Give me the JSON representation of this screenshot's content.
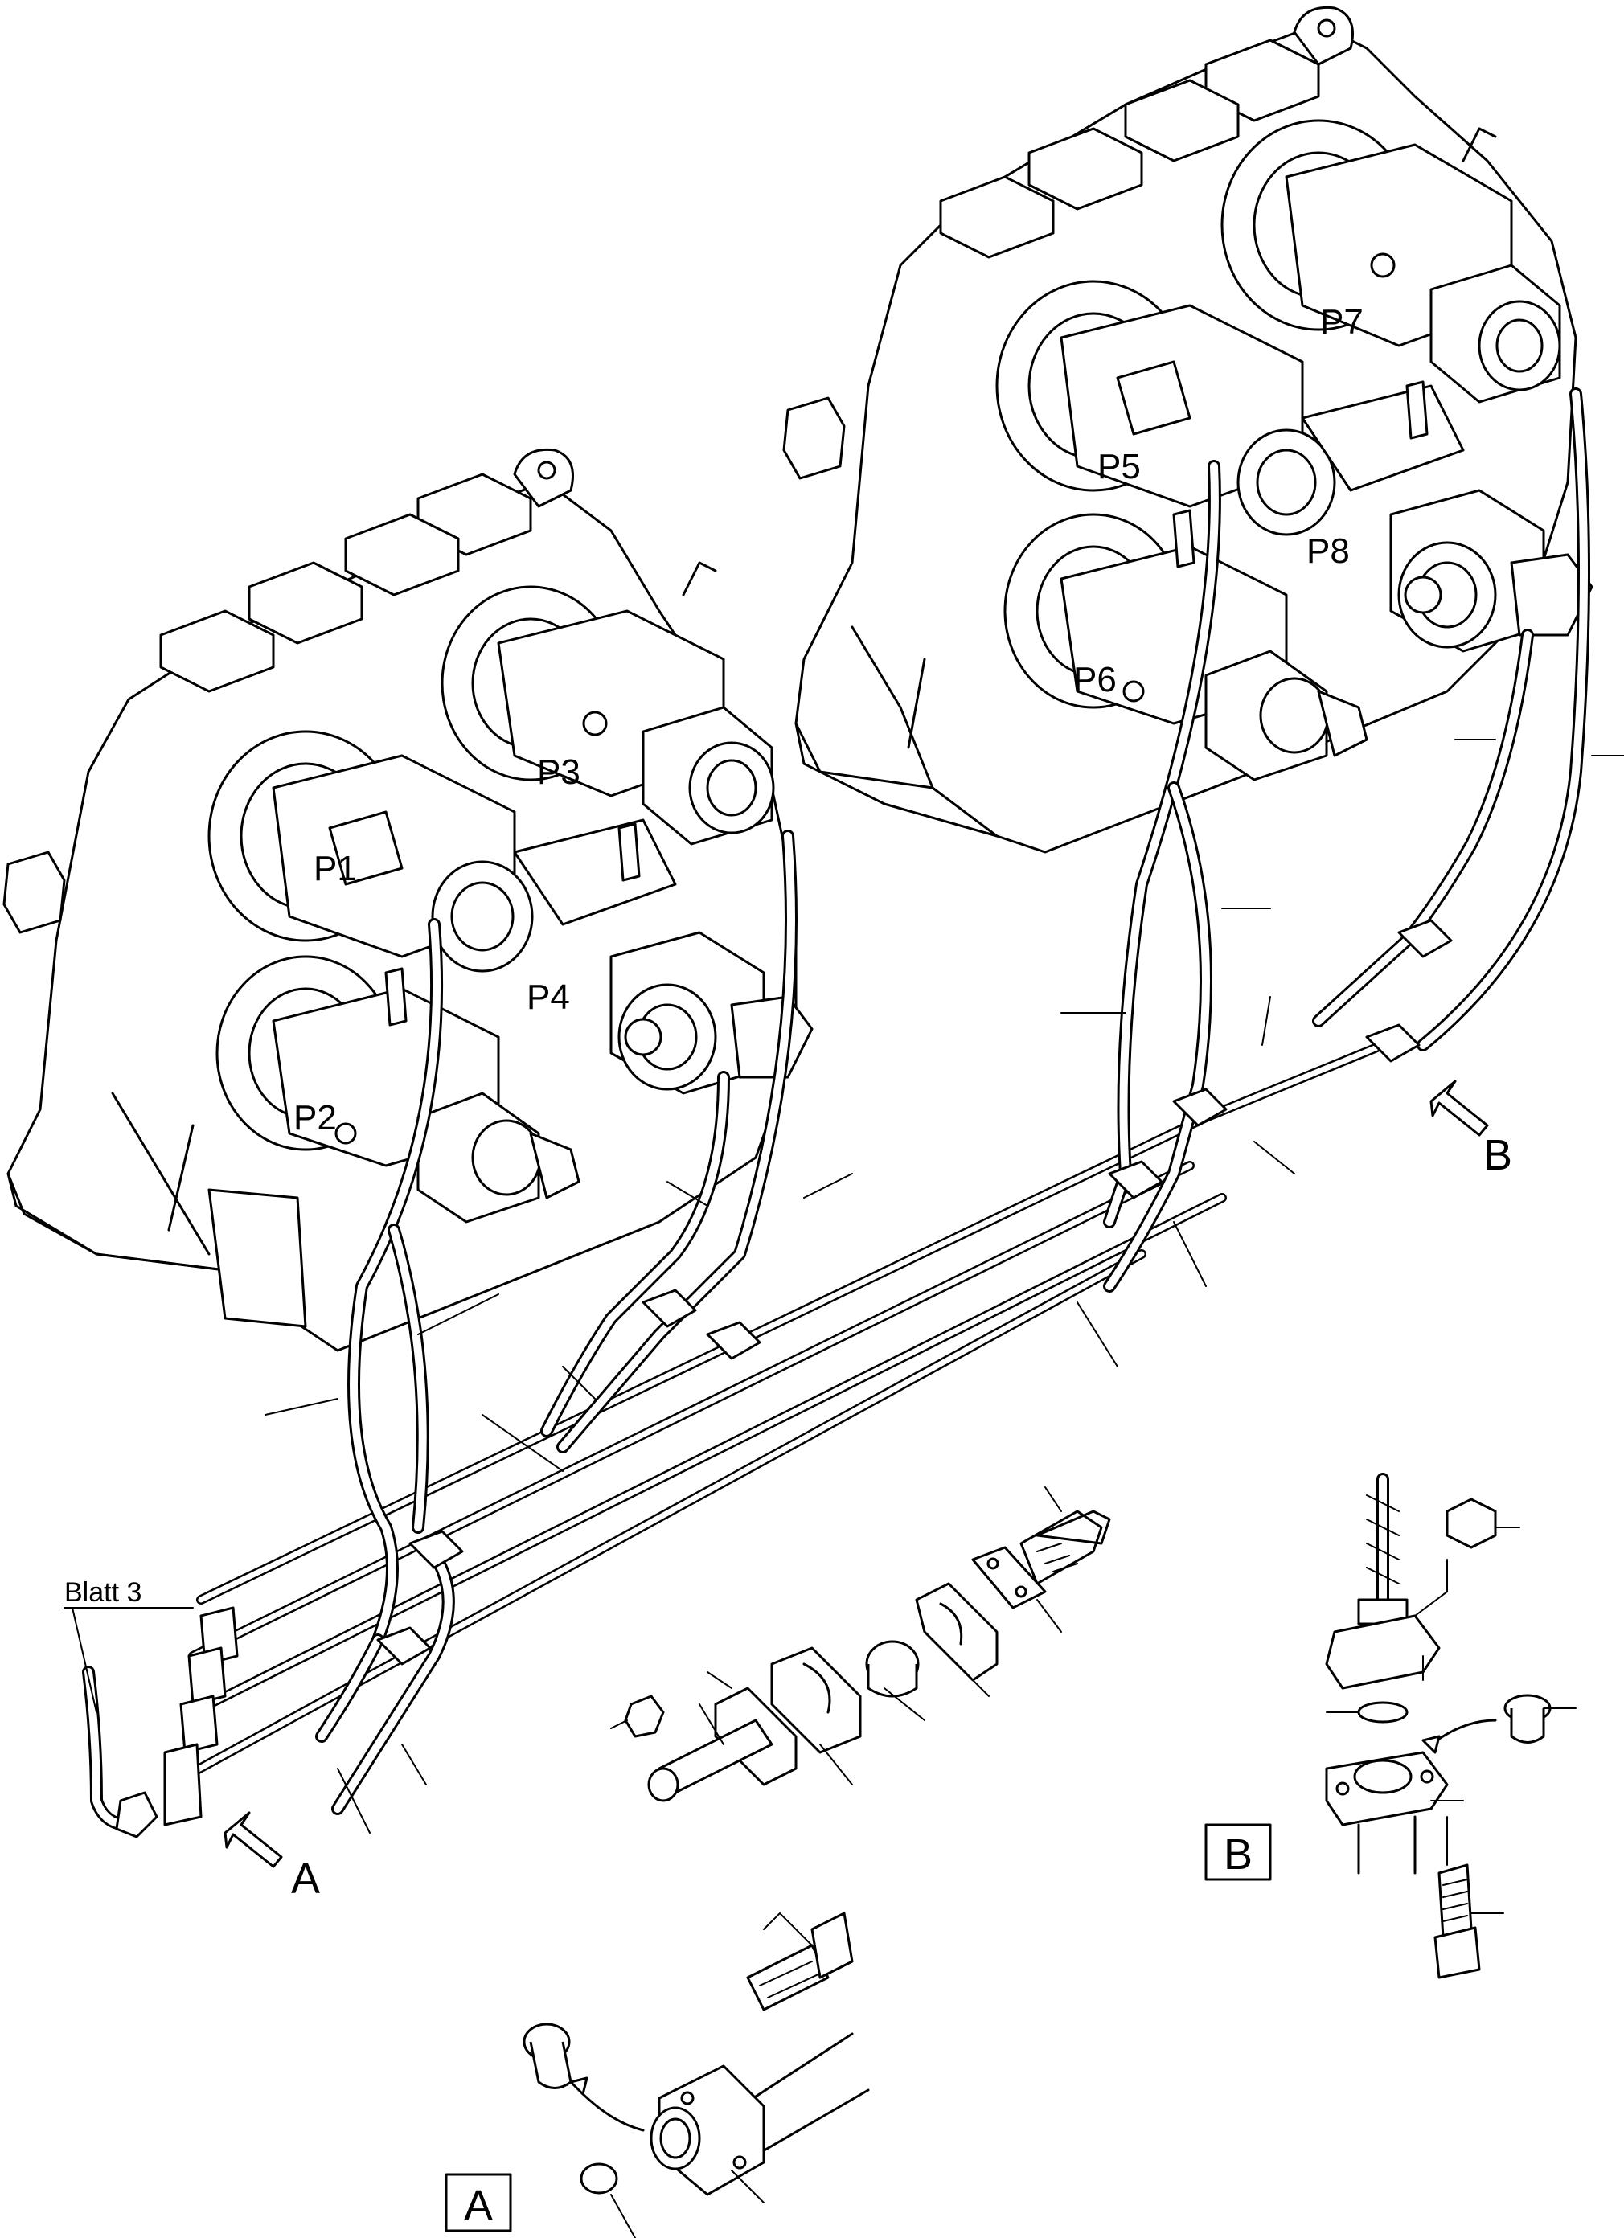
{
  "labels": {
    "P1": "P1",
    "P2": "P2",
    "P3": "P3",
    "P4": "P4",
    "P5": "P5",
    "P6": "P6",
    "P7": "P7",
    "P8": "P8",
    "blatt": "Blatt 3",
    "arrow_a": "A",
    "arrow_b": "B",
    "view_a": "A",
    "view_b": "B"
  },
  "icons": {
    "gearbox_left": "gearbox-unit",
    "gearbox_right": "gearbox-unit",
    "hose_bundle": "hydraulic-hose-bundle",
    "flange_detail": "flange-with-plug-detail"
  }
}
